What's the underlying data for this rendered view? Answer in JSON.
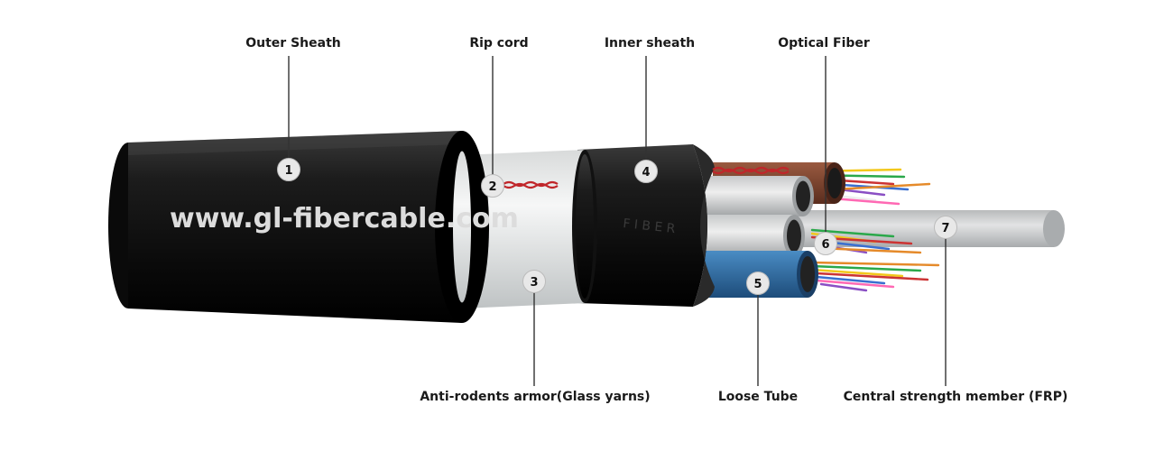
{
  "watermark": "www.gl-fibercable.com",
  "labels": {
    "outer_sheath": "Outer Sheath",
    "rip_cord": "Rip cord",
    "inner_sheath": "Inner sheath",
    "optical_fiber": "Optical Fiber",
    "armor": "Anti-rodents armor(Glass yarns)",
    "loose_tube": "Loose Tube",
    "strength_member": "Central strength member (FRP)"
  },
  "markers": {
    "m1": "1",
    "m2": "2",
    "m3": "3",
    "m4": "4",
    "m5": "5",
    "m6": "6",
    "m7": "7"
  },
  "colors": {
    "sheath_black": "#141414",
    "armor_white": "#e4e6e6",
    "rip_cord_red": "#c0262a",
    "loose_tube_blue": "#2e6fa8",
    "frp_gray": "#c9cbcc",
    "leader_line": "#333333"
  }
}
